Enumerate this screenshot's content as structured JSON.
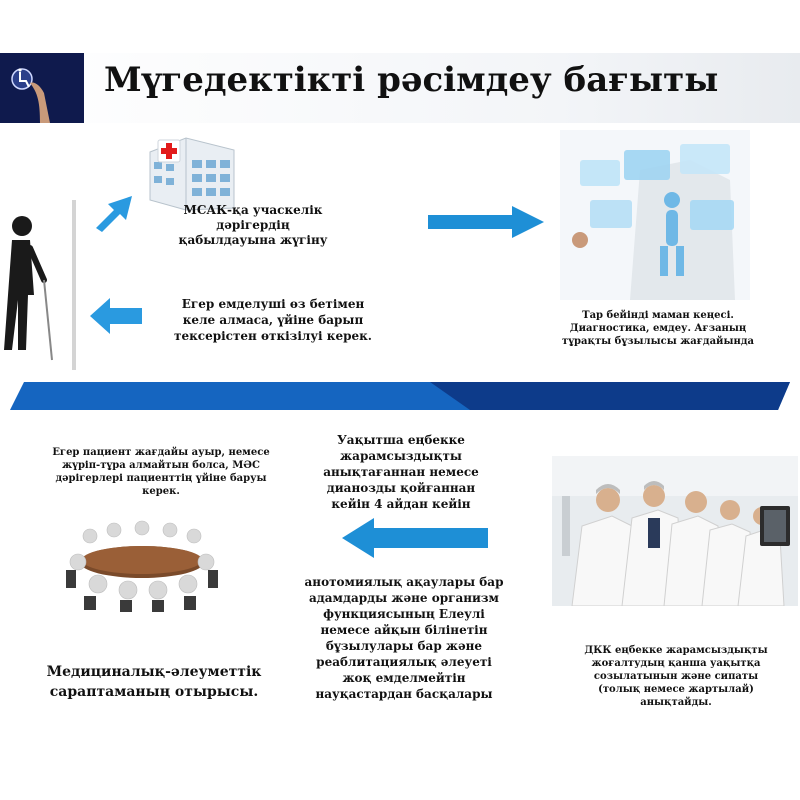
{
  "header": {
    "title": "Мүгедектікті рәсімдеу бағыты"
  },
  "steps": {
    "msak_visit": "МСАК-қа учаскелік дәрігердің қабылдауына жүгіну",
    "home_exam": "Егер емделуші өз бетімен келе алмаса, үйіне барып тексерістен өткізілуі керек.",
    "specialist": "Тар бейінді маман кеңесі. Диагностика, емдеу. Ағзаның тұрақты бұзылысы жағдайында",
    "mse_home": "Егер пациент жағдайы ауыр, немесе жүріп-тұра алмайтын болса, МӘС дәрігерлері  пациенттің үйіне баруы керек.",
    "timing": "Уақытша еңбекке жарамсыздықты анықтағаннан немесе дианозды қойғаннан кейін 4 айдан кейін",
    "exception": "анотомиялық ақаулары бар адамдарды және организм функциясының Елеулі немесе айқын білінетін бұзылулары бар және реаблитациялық әлеуеті жоқ емделмейтін науқастардан басқалары",
    "meeting": "Медициналық-әлеуметтік сараптаманың отырысы.",
    "dkk": "ДКК еңбекке жарамсыздықты жоғалтудың қанша уақытқа созылатынын және сипаты (толық немесе жартылай) анықтайды."
  },
  "colors": {
    "arrow_blue": "#1e8fd6",
    "arrow_light": "#8fd0f5",
    "header_dark": "#0f1a4d",
    "band_blue": "#1565c0"
  }
}
